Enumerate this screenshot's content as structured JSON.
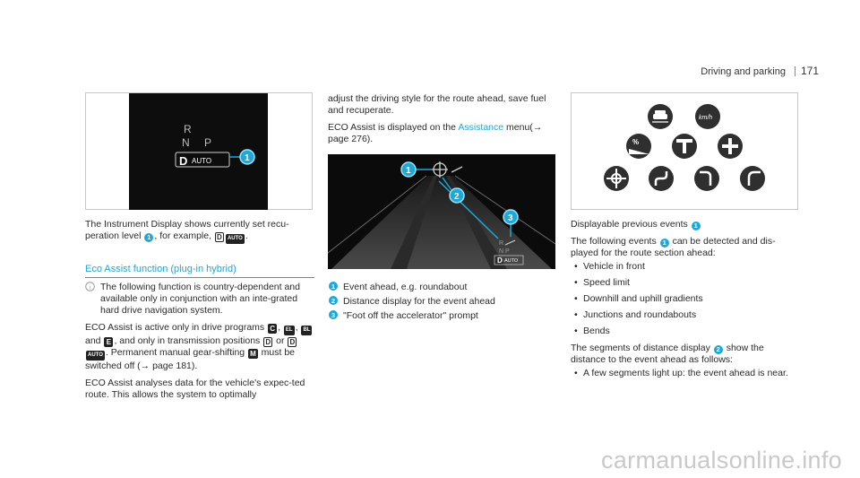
{
  "header": {
    "section": "Driving and parking",
    "page_number": "171"
  },
  "colors": {
    "accent": "#1fa7d6",
    "screen_bg": "#0d0d0d"
  },
  "fig1": {
    "gears_top": "R",
    "gear_n": "N",
    "gear_p": "P",
    "selector_d": "D",
    "selector_auto": "AUTO",
    "callout": "1"
  },
  "col1": {
    "intro_a": "The Instrument Display shows currently set recu-",
    "intro_b": "peration level",
    "intro_badge": "1",
    "intro_c": ", for example,",
    "intro_key_d": "D",
    "intro_key_auto": "AUTO",
    "intro_end": ".",
    "section_title": "Eco Assist function (plug-in hybrid)",
    "note_icon": "i",
    "note_text": "The following function is country-dependent and available only in conjunction with an inte-grated hard drive navigation system.",
    "eco_a": "ECO Assist is active only in drive programs",
    "prog_c": "C",
    "sep1": ",",
    "prog_el": "EL",
    "sep2": ",",
    "prog_bl": "BL",
    "and_word": "and",
    "prog_e": "E",
    "eco_b": ", and only in transmission positions",
    "pos_d": "D",
    "or_word": "or",
    "pos_d2": "D",
    "pos_auto": "AUTO",
    "eco_c": ". Permanent manual gear-shifting",
    "manual_m": "M",
    "eco_d": "must be switched off (",
    "eco_arrow": "→",
    "eco_page": "page 181",
    "eco_end": ").",
    "analyse": "ECO Assist analyses data for the vehicle's expec-ted route. This allows the system to optimally"
  },
  "col2": {
    "adjust": "adjust the driving style for the route ahead, save fuel and recuperate.",
    "displayed_a": "ECO Assist is displayed on the",
    "displayed_link": "Assistance",
    "displayed_b": "menu(",
    "displayed_arrow": "→",
    "displayed_page": "page 276",
    "displayed_end": ").",
    "fig": {
      "callout1": "1",
      "callout2": "2",
      "callout3": "3",
      "gear_r": "R",
      "gear_np": "N P",
      "sel_d": "D",
      "sel_auto": "AUTO"
    },
    "legend": [
      {
        "num": "1",
        "text": "Event ahead, e.g. roundabout"
      },
      {
        "num": "2",
        "text": "Distance display for the event ahead"
      },
      {
        "num": "3",
        "text": "\"Foot off the accelerator\" prompt"
      }
    ]
  },
  "col3": {
    "speed_icon_text": "km/h",
    "percent_icon_text": "%",
    "caption_a": "Displayable previous events",
    "caption_badge": "1",
    "events_a": "The following events",
    "events_badge": "1",
    "events_b": "can be detected and dis-played for the route section ahead:",
    "events": [
      "Vehicle in front",
      "Speed limit",
      "Downhill and uphill gradients",
      "Junctions and roundabouts",
      "Bends"
    ],
    "segments_a": "The segments of distance display",
    "segments_badge": "2",
    "segments_b": "show the distance to the event ahead as follows:",
    "segments_items": [
      "A few segments light up: the event ahead is near."
    ]
  },
  "watermark": "carmanualsonline.info"
}
